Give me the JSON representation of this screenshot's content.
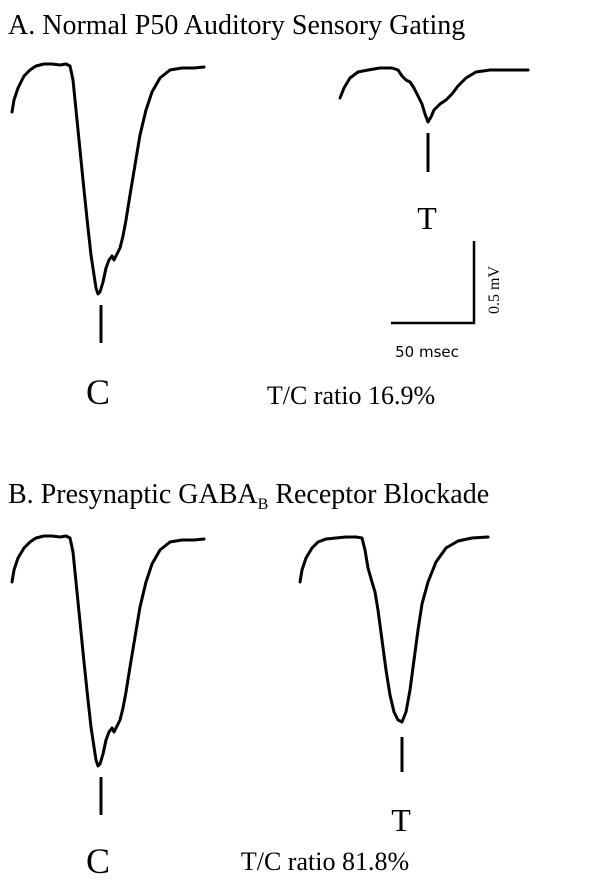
{
  "panel_a": {
    "title": "A. Normal P50 Auditory Sensory Gating",
    "conditioning_label": "C",
    "test_label": "T",
    "ratio_text": "T/C ratio 16.9%"
  },
  "panel_b": {
    "title_main": "B. Presynaptic GABA",
    "title_sub": "B",
    "title_rest": " Receptor Blockade",
    "conditioning_label": "C",
    "test_label": "T",
    "ratio_text": "T/C ratio 81.8%"
  },
  "scale_bar": {
    "voltage_label": "0.5 mV",
    "time_label": "50 msec"
  }
}
